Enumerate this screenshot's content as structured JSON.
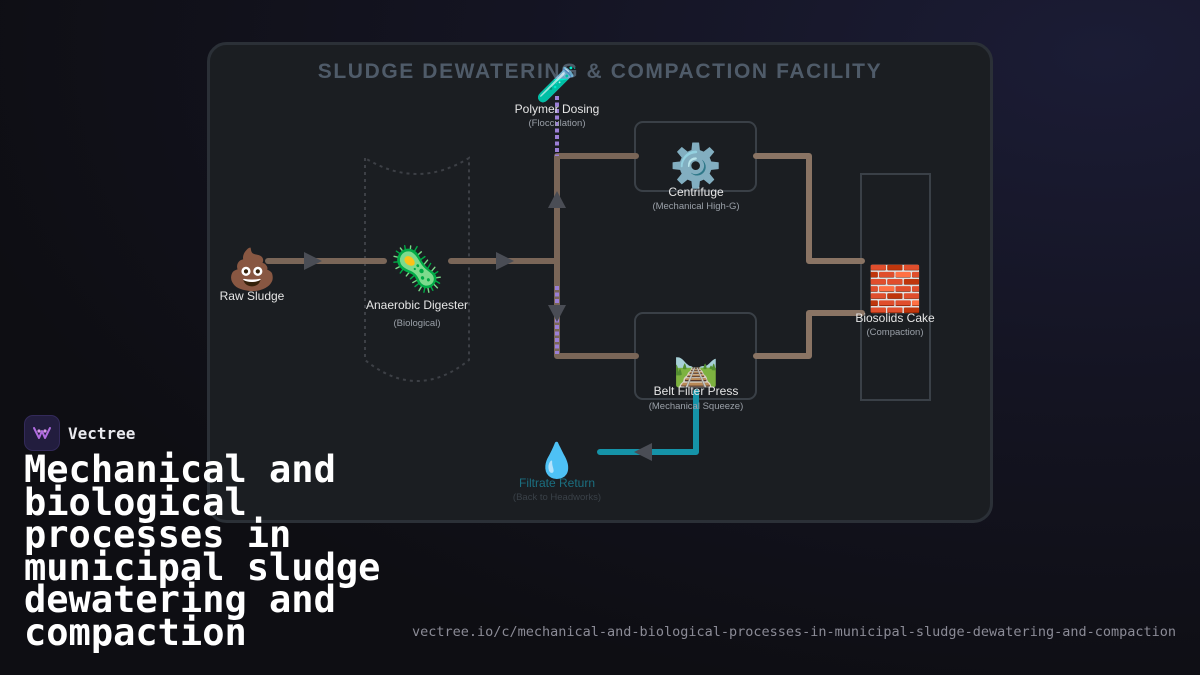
{
  "diagram": {
    "title": "SLUDGE DEWATERING & COMPACTION FACILITY",
    "nodes": {
      "raw_sludge": {
        "icon": "💩",
        "icon_name": "sludge-icon",
        "label": "Raw Sludge"
      },
      "digester": {
        "icon": "🦠",
        "icon_name": "microbe-icon",
        "label": "Anaerobic Digester",
        "sublabel": "(Biological)"
      },
      "polymer": {
        "icon": "🧪",
        "icon_name": "test-tube-icon",
        "label": "Polymer Dosing",
        "sublabel": "(Flocculation)"
      },
      "centrifuge": {
        "icon": "⚙️",
        "icon_name": "gear-icon",
        "label": "Centrifuge",
        "sublabel": "(Mechanical High-G)"
      },
      "belt_press": {
        "icon": "🛤️",
        "icon_name": "rail-track-icon",
        "label": "Belt Filter Press",
        "sublabel": "(Mechanical Squeeze)"
      },
      "biosolids": {
        "icon": "🧱",
        "icon_name": "brick-icon",
        "label": "Biosolids Cake",
        "sublabel": "(Compaction)"
      },
      "filtrate": {
        "icon": "💧",
        "icon_name": "droplet-icon",
        "label": "Filtrate Return",
        "sublabel": "(Back to Headworks)"
      }
    },
    "colors": {
      "sludge_pipe": "#7a6658",
      "cake_pipe": "#8a7464",
      "polymer_line": "#9b7fd6",
      "filtrate_line": "#19d3f0",
      "filtrate_return": "#1593a8",
      "arrow": "#4a4d55"
    }
  },
  "brand": {
    "name": "Vectree"
  },
  "headline": "Mechanical and biological processes in municipal sludge dewatering and compaction",
  "url": "vectree.io/c/mechanical-and-biological-processes-in-municipal-sludge-dewatering-and-compaction"
}
